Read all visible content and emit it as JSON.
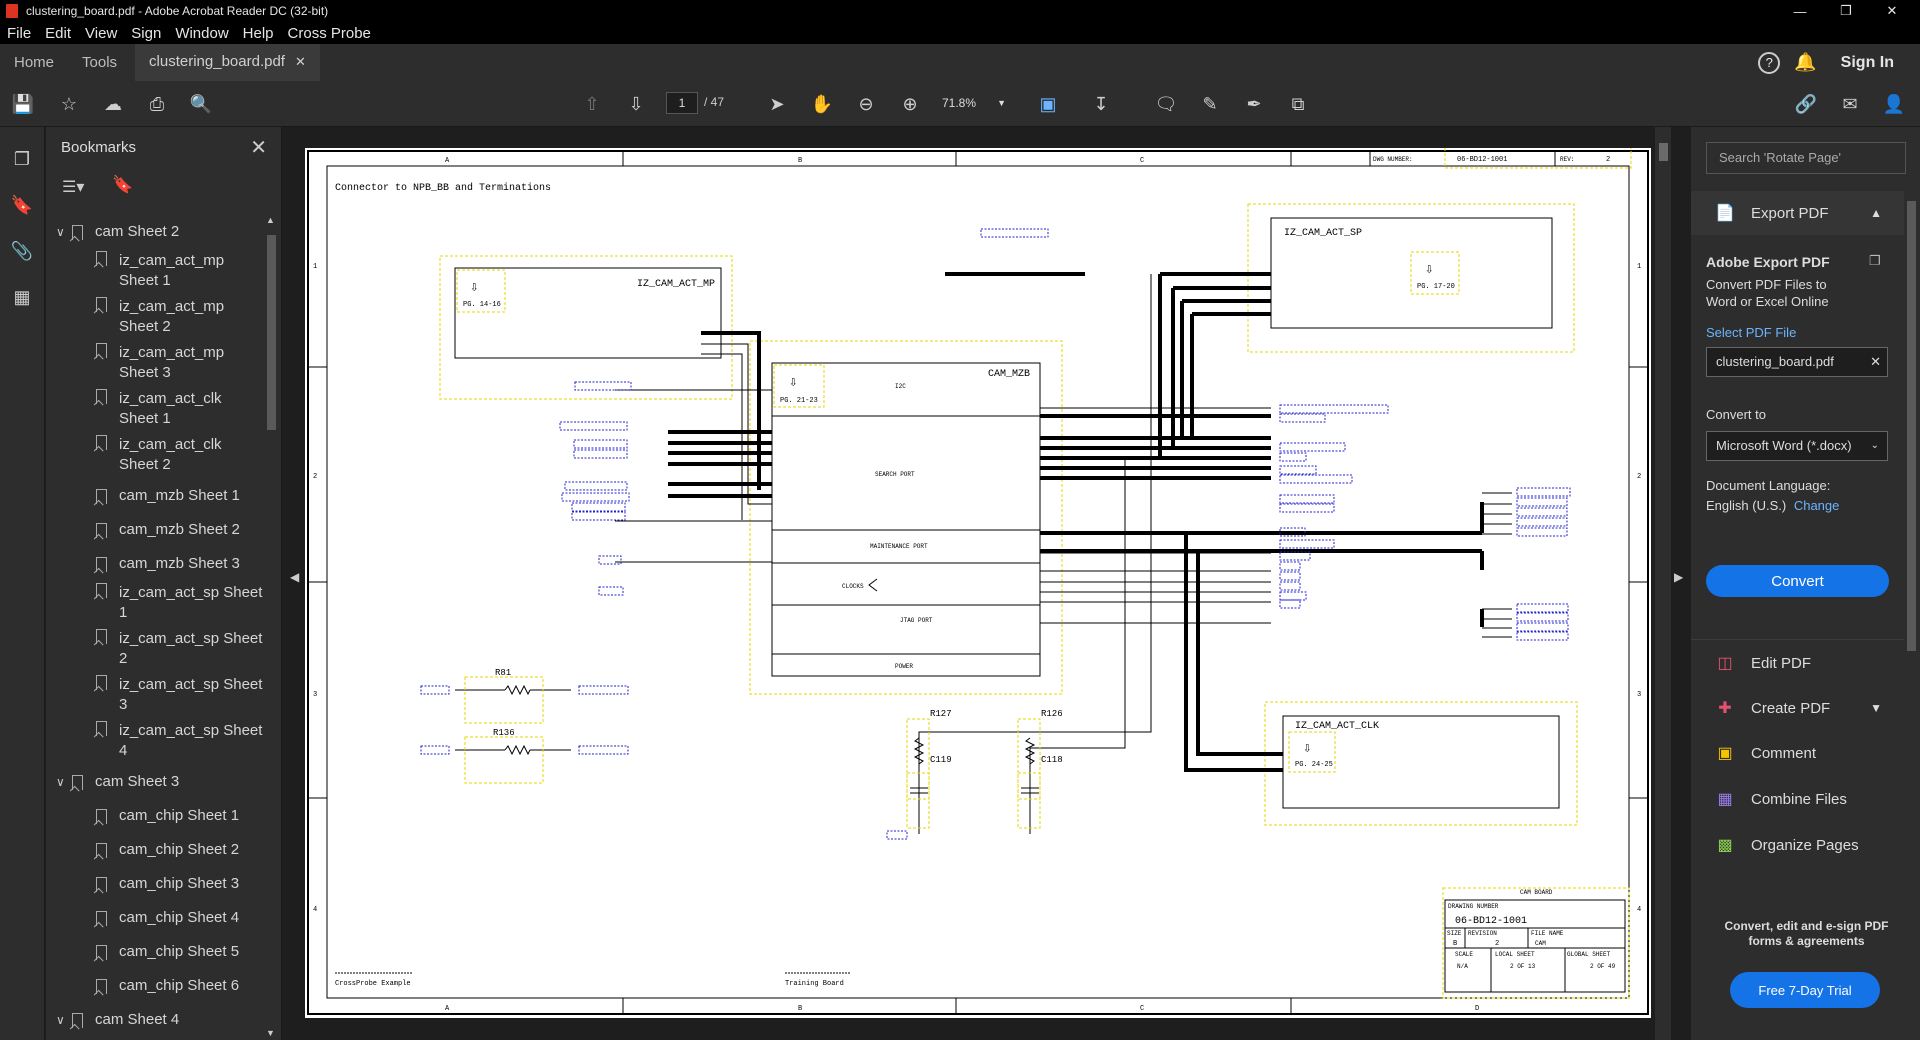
{
  "window": {
    "title": "clustering_board.pdf - Adobe Acrobat Reader DC (32-bit)"
  },
  "menu": [
    "File",
    "Edit",
    "View",
    "Sign",
    "Window",
    "Help",
    "Cross Probe"
  ],
  "tabs": {
    "home": "Home",
    "tools": "Tools",
    "document": "clustering_board.pdf",
    "sign_in": "Sign In"
  },
  "toolbar": {
    "page_current": "1",
    "page_total": "/ 47",
    "zoom": "71.8%"
  },
  "bookmarks": {
    "title": "Bookmarks",
    "items": [
      {
        "label": "cam Sheet 2",
        "level": 0
      },
      {
        "label": "iz_cam_act_mp Sheet 1",
        "level": 1
      },
      {
        "label": "iz_cam_act_mp Sheet 2",
        "level": 1
      },
      {
        "label": "iz_cam_act_mp Sheet 3",
        "level": 1
      },
      {
        "label": "iz_cam_act_clk Sheet 1",
        "level": 1
      },
      {
        "label": "iz_cam_act_clk Sheet 2",
        "level": 1
      },
      {
        "label": "cam_mzb Sheet 1",
        "level": 1
      },
      {
        "label": "cam_mzb Sheet 2",
        "level": 1
      },
      {
        "label": "cam_mzb Sheet 3",
        "level": 1
      },
      {
        "label": "iz_cam_act_sp Sheet 1",
        "level": 1
      },
      {
        "label": "iz_cam_act_sp Sheet 2",
        "level": 1
      },
      {
        "label": "iz_cam_act_sp Sheet 3",
        "level": 1
      },
      {
        "label": "iz_cam_act_sp Sheet 4",
        "level": 1
      },
      {
        "label": "cam Sheet 3",
        "level": 0
      },
      {
        "label": "cam_chip Sheet 1",
        "level": 1
      },
      {
        "label": "cam_chip Sheet 2",
        "level": 1
      },
      {
        "label": "cam_chip Sheet 3",
        "level": 1
      },
      {
        "label": "cam_chip Sheet 4",
        "level": 1
      },
      {
        "label": "cam_chip Sheet 5",
        "level": 1
      },
      {
        "label": "cam_chip Sheet 6",
        "level": 1
      },
      {
        "label": "cam Sheet 4",
        "level": 0
      }
    ]
  },
  "right_panel": {
    "search_placeholder": "Search 'Rotate Page'",
    "export_title": "Export PDF",
    "adobe_export": "Adobe Export PDF",
    "convert_desc": "Convert PDF Files to Word or Excel Online",
    "select_pdf": "Select PDF File",
    "selected_file": "clustering_board.pdf",
    "convert_to_label": "Convert to",
    "convert_to_value": "Microsoft Word (*.docx)",
    "doc_language_label": "Document Language:",
    "doc_language_value": "English (U.S.)",
    "change": "Change",
    "convert_button": "Convert",
    "tools": [
      "Edit PDF",
      "Create PDF",
      "Comment",
      "Combine Files",
      "Organize Pages"
    ],
    "promo": "Convert, edit and e-sign PDF forms & agreements",
    "trial_button": "Free 7-Day Trial"
  },
  "schematic": {
    "page_heading": "Connector to NPB_BB and Terminations",
    "dwg_number_label": "DWG NUMBER:",
    "dwg_number": "06-BD12-1001",
    "rev_label": "REV:",
    "rev": "2",
    "col_labels": [
      "A",
      "B",
      "C",
      "D"
    ],
    "row_labels": [
      "1",
      "2",
      "3",
      "4"
    ],
    "blocks": {
      "mp": {
        "name": "IZ_CAM_ACT_MP",
        "pg": "PG. 14-16"
      },
      "sp": {
        "name": "IZ_CAM_ACT_SP",
        "pg": "PG. 17-20"
      },
      "mzb": {
        "name": "CAM_MZB",
        "pg": "PG. 21-23"
      },
      "clk": {
        "name": "IZ_CAM_ACT_CLK",
        "pg": "PG. 24-25"
      }
    },
    "mzb_sections": [
      "I2C",
      "SEARCH PORT",
      "MAINTENANCE PORT",
      "CLOCKS",
      "JTAG PORT",
      "POWER"
    ],
    "resistors": [
      "R81",
      "R136",
      "R127",
      "R126"
    ],
    "capacitors": [
      "C119",
      "C118"
    ],
    "title_block": {
      "board": "CAM BOARD",
      "drawing_number_label": "DRAWING NUMBER",
      "drawing_number": "06-BD12-1001",
      "size_label": "SIZE",
      "size": "B",
      "revision_label": "REVISION",
      "revision": "2",
      "file_name_label": "FILE NAME",
      "file_name": "CAM",
      "scale_label": "SCALE",
      "scale": "N/A",
      "local_sheet_label": "LOCAL SHEET",
      "local_sheet": "2 OF 13",
      "global_sheet_label": "GLOBAL SHEET",
      "global_sheet": "2 OF 49"
    },
    "footer_left": "CrossProbe Example",
    "footer_mid": "Training Board"
  }
}
